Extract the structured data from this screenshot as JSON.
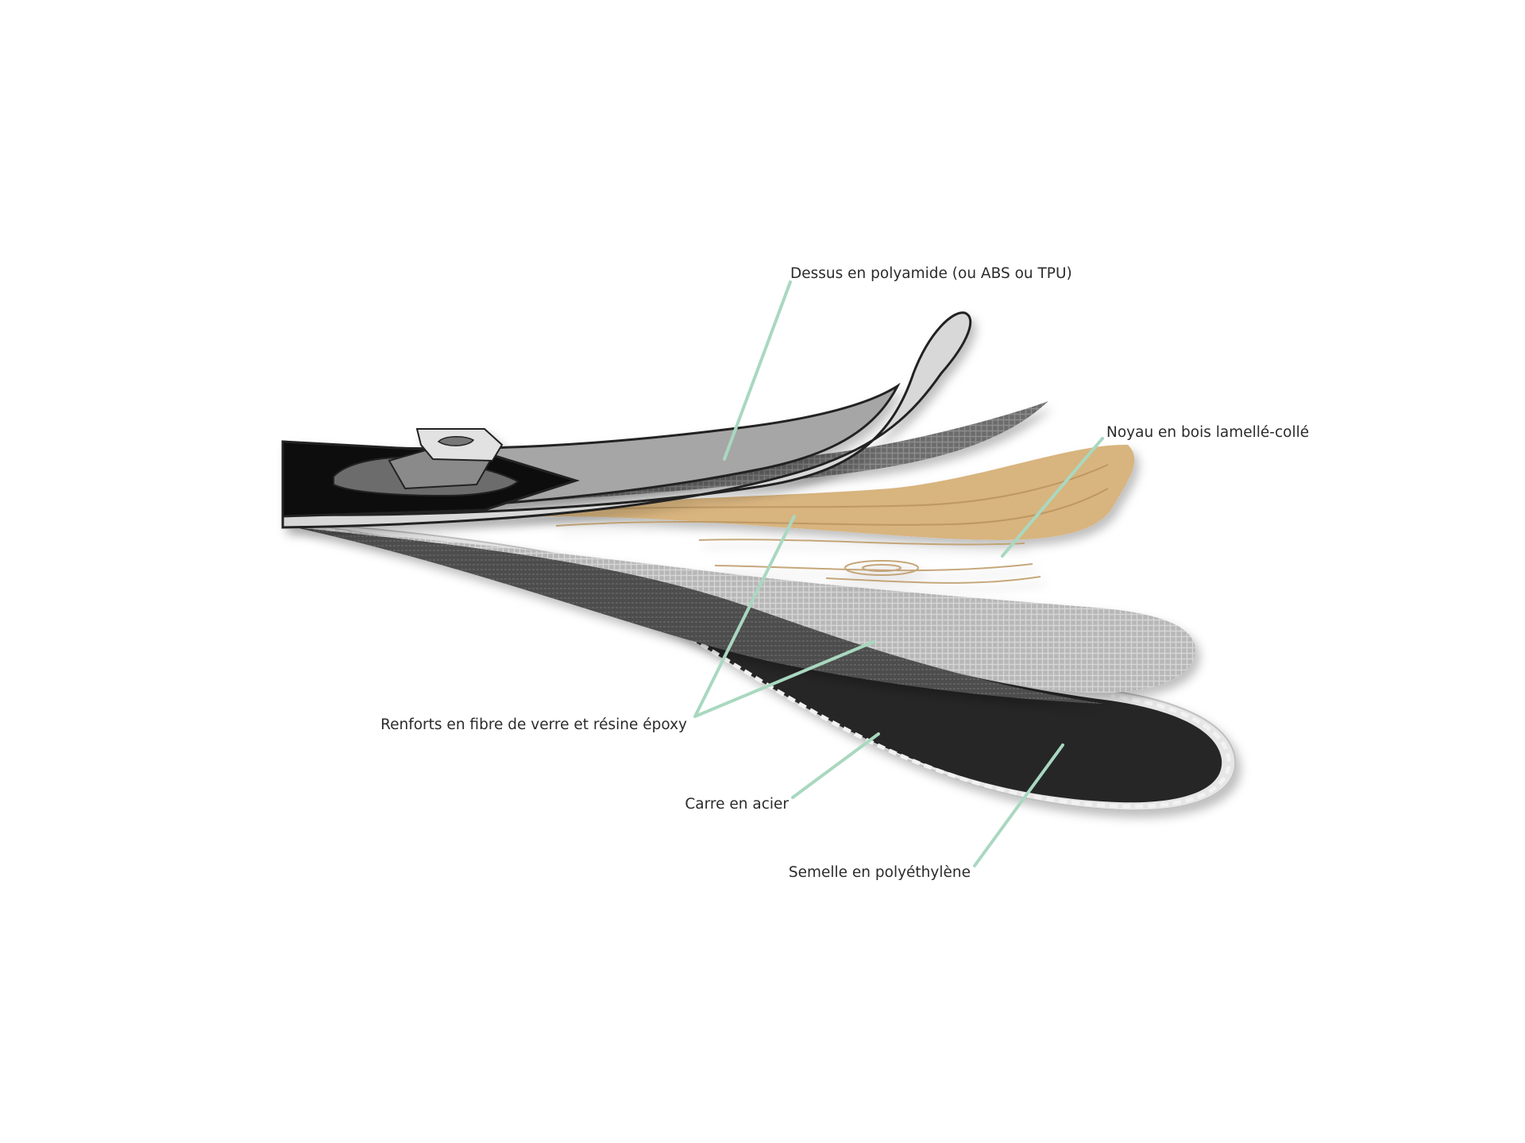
{
  "colors": {
    "background": "#ffffff",
    "leader_line": "#a9d8c0",
    "label_text": "#2b2b2b",
    "topsheet": "#a6a6a6",
    "topsheet_edge": "#d8d8d8",
    "binding_plate": "#0c0c0c",
    "fiberglass_upper": "#6e6e6e",
    "wood_core": "#d8b47e",
    "wood_grain": "#b8925c",
    "fiberglass_lower": "#bdbdbd",
    "base": "#262626",
    "steel_edge": "#e6e6e6"
  },
  "icons": {
    "binding": "ski-binding-icon"
  },
  "labels": {
    "topsheet": "Dessus en polyamide (ou ABS ou TPU)",
    "core": "Noyau en bois lamellé-collé",
    "reinforcement": "Renforts en fibre de verre et résine époxy",
    "edge": "Carre en acier",
    "base": "Semelle en polyéthylène"
  }
}
